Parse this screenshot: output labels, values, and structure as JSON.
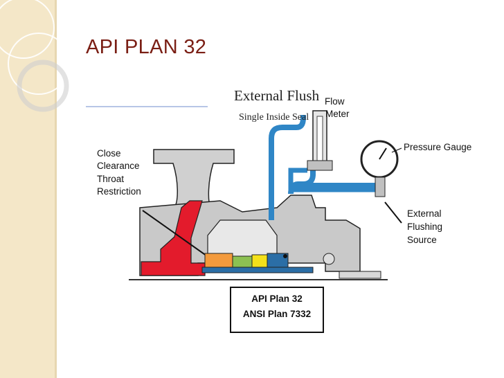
{
  "slide": {
    "title": "API PLAN 32"
  },
  "diagram": {
    "header_title": "External Flush",
    "header_subtitle": "Single Inside Seal",
    "labels": {
      "flow": "Flow",
      "meter": "Meter",
      "pressure_gauge": "Pressure Gauge",
      "close": "Close",
      "clearance": "Clearance",
      "throat": "Throat",
      "restriction": "Restriction",
      "external": "External",
      "flushing": "Flushing",
      "source": "Source"
    },
    "plan_box": {
      "line1": "API Plan 32",
      "line2": "ANSI Plan 7332"
    },
    "colors": {
      "flush_line": "#2f86c6",
      "impeller": "#e31b2c",
      "casing": "#c9c9c9",
      "seal_orange": "#f39a3c",
      "seal_yellow": "#f4e11a",
      "title": "#7a1e14"
    }
  }
}
